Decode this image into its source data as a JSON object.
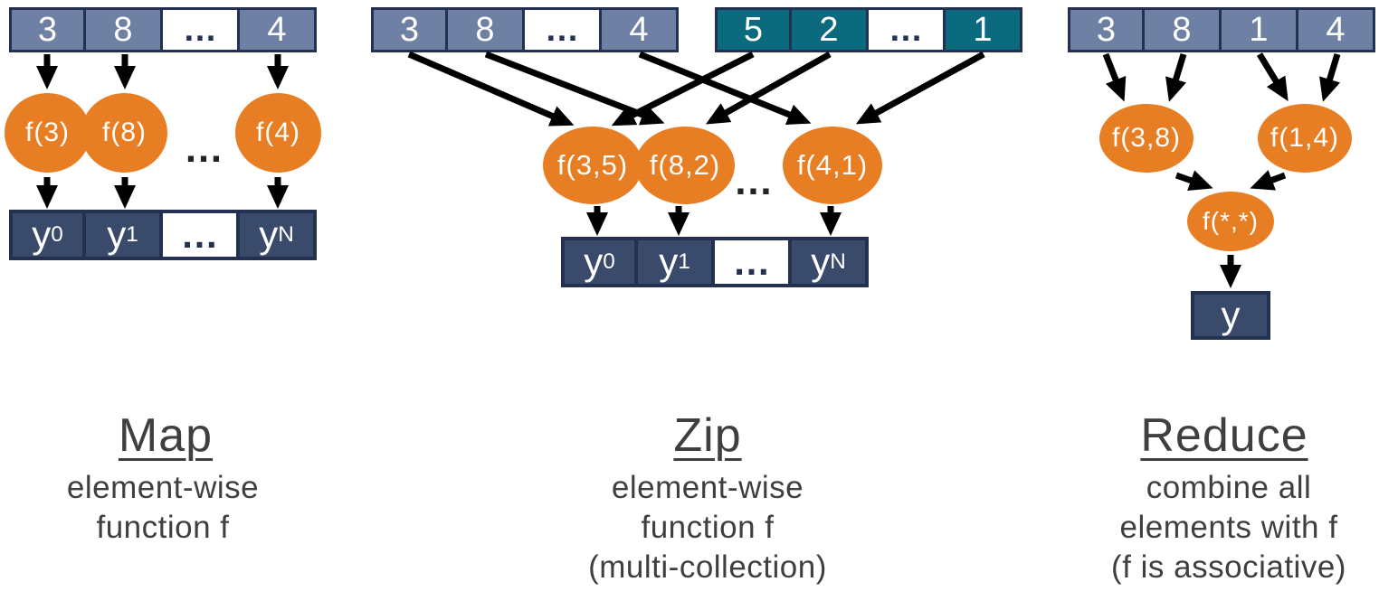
{
  "colors": {
    "slate": "#6e80a4",
    "teal": "#0c6a7f",
    "navy": "#3a4a6b",
    "orange": "#e87e23",
    "border": "#23304f",
    "text": "#3f3f3f",
    "arrow": "#000000"
  },
  "map": {
    "title": "Map",
    "caption": [
      "element-wise",
      "function f"
    ],
    "input": [
      "3",
      "8",
      "…",
      "4"
    ],
    "funcs": [
      "f(3)",
      "f(8)",
      "…",
      "f(4)"
    ],
    "output": [
      {
        "base": "y",
        "sub": "0"
      },
      {
        "base": "y",
        "sub": "1"
      },
      {
        "base": "…",
        "sub": ""
      },
      {
        "base": "y",
        "sub": "N"
      }
    ]
  },
  "zip": {
    "title": "Zip",
    "caption": [
      "element-wise",
      "function f",
      "(multi-collection)"
    ],
    "input_a": [
      "3",
      "8",
      "…",
      "4"
    ],
    "input_b": [
      "5",
      "2",
      "…",
      "1"
    ],
    "funcs": [
      "f(3,5)",
      "f(8,2)",
      "…",
      "f(4,1)"
    ],
    "output": [
      {
        "base": "y",
        "sub": "0"
      },
      {
        "base": "y",
        "sub": "1"
      },
      {
        "base": "…",
        "sub": ""
      },
      {
        "base": "y",
        "sub": "N"
      }
    ]
  },
  "reduce": {
    "title": "Reduce",
    "caption": [
      "combine all",
      "elements with f",
      "(f is associative)"
    ],
    "input": [
      "3",
      "8",
      "1",
      "4"
    ],
    "funcs": [
      "f(3,8)",
      "f(1,4)"
    ],
    "combine": "f(*,*)",
    "output": "y"
  }
}
